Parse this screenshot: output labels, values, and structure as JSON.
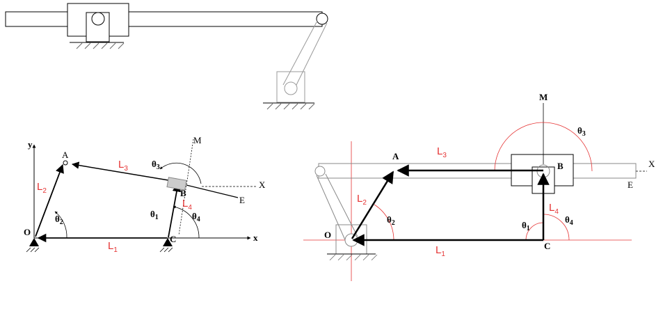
{
  "colors": {
    "ink": "#000000",
    "accent": "#e53232",
    "ghost": "#999999",
    "slider_fill": "#cccccc"
  },
  "left_diagram": {
    "axis_y": "y",
    "axis_x": "x",
    "origin": "O",
    "point_a": "A",
    "point_b": "B",
    "point_c": "C",
    "point_m": "M",
    "point_e": "E",
    "label_x": "X",
    "link_l1": {
      "main": "L",
      "sub": "1"
    },
    "link_l2": {
      "main": "L",
      "sub": "2"
    },
    "link_l3": {
      "main": "L",
      "sub": "3"
    },
    "link_l4": {
      "main": "L",
      "sub": "4"
    },
    "theta_1": {
      "main": "θ",
      "sub": "1"
    },
    "theta_2": {
      "main": "θ",
      "sub": "2"
    },
    "theta_3": {
      "main": "θ",
      "sub": "3"
    },
    "theta_4": {
      "main": "θ",
      "sub": "4"
    }
  },
  "right_diagram": {
    "origin": "O",
    "point_a": "A",
    "point_b": "B",
    "point_c": "C",
    "point_m": "M",
    "point_e": "E",
    "label_x": "X",
    "link_l1": {
      "main": "L",
      "sub": "1"
    },
    "link_l2": {
      "main": "L",
      "sub": "2"
    },
    "link_l3": {
      "main": "L",
      "sub": "3"
    },
    "link_l4": {
      "main": "L",
      "sub": "4"
    },
    "theta_1": {
      "main": "θ",
      "sub": "1"
    },
    "theta_2": {
      "main": "θ",
      "sub": "2"
    },
    "theta_3": {
      "main": "θ",
      "sub": "3"
    },
    "theta_4": {
      "main": "θ",
      "sub": "4"
    }
  }
}
